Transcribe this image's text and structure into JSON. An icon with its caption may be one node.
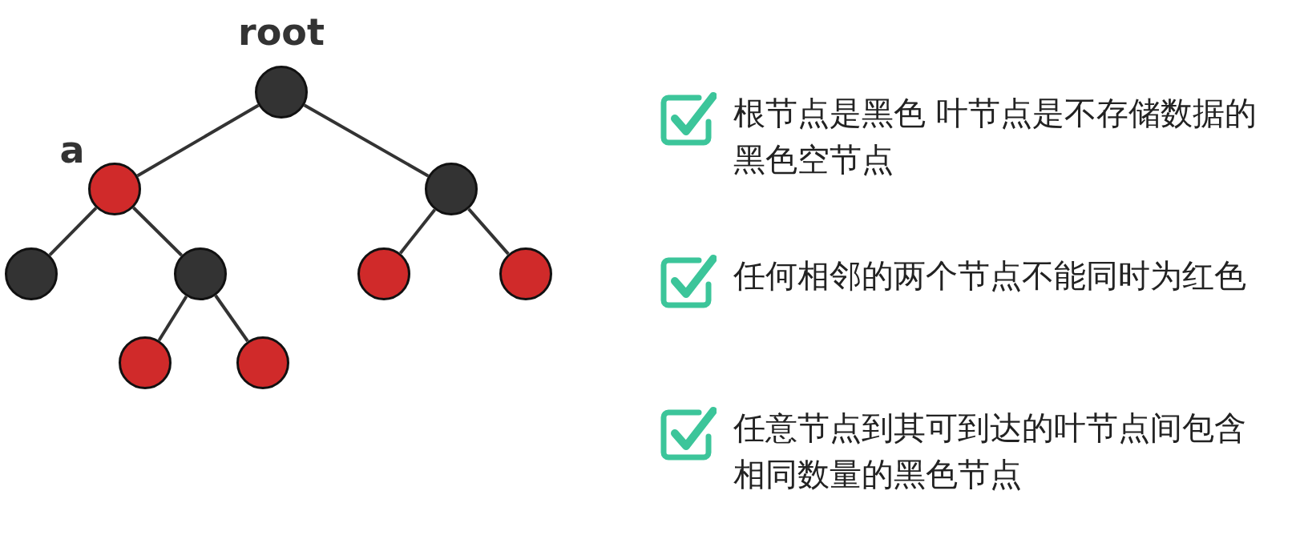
{
  "diagram": {
    "nodes": [
      {
        "text": [],
        "shape": "circle",
        "beside": [
          "root"
        ]
      },
      {
        "text": [],
        "shape": "circle",
        "beside": [
          "a"
        ]
      },
      {
        "text": [],
        "shape": "circle"
      },
      {
        "text": [],
        "shape": "circle"
      },
      {
        "text": [],
        "shape": "circle"
      },
      {
        "text": [],
        "shape": "circle"
      },
      {
        "text": [],
        "shape": "circle"
      },
      {
        "text": [],
        "shape": "circle"
      },
      {
        "text": [],
        "shape": "circle"
      }
    ],
    "edges": [
      {
        "from": 0,
        "to": 1,
        "arrow": "none"
      },
      {
        "from": 0,
        "to": 2,
        "arrow": "none"
      },
      {
        "from": 1,
        "to": 3,
        "arrow": "none"
      },
      {
        "from": 1,
        "to": 4,
        "arrow": "none"
      },
      {
        "from": 2,
        "to": 5,
        "arrow": "none"
      },
      {
        "from": 2,
        "to": 6,
        "arrow": "none"
      },
      {
        "from": 4,
        "to": 7,
        "arrow": "none"
      },
      {
        "from": 4,
        "to": 8,
        "arrow": "none"
      }
    ],
    "labels": [
      "根节点是黑色 叶节点是不存储数据的黑色空节点",
      "任何相邻的两个节点不能同时为红色",
      "任意节点到其可到达的叶节点间包含相同数量的黑色节点"
    ]
  }
}
